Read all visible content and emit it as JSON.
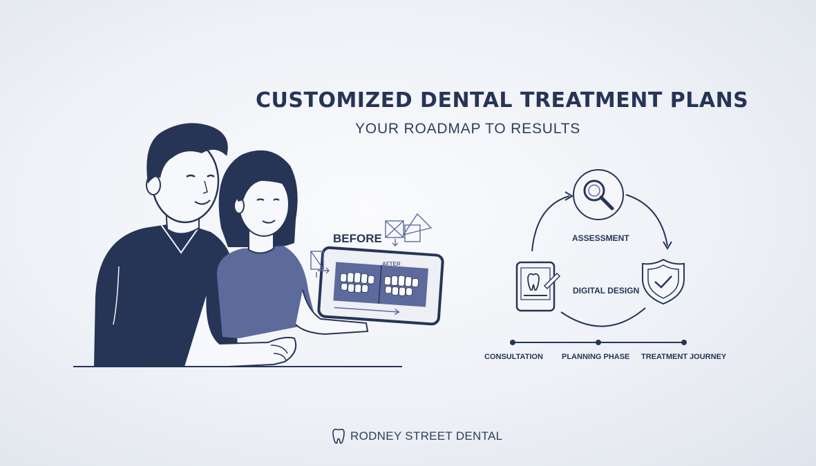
{
  "title": "CUSTOMIZED DENTAL TREATMENT PLANS",
  "subtitle": "YOUR ROADMAP TO RESULTS",
  "tablet": {
    "before_label": "BEFORE",
    "after_label": "AFTER"
  },
  "cycle": {
    "assessment_label": "ASSESSMENT",
    "digital_design_label": "DIGITAL DESIGN",
    "icons": [
      "magnifier-icon",
      "shield-check-icon",
      "tablet-tooth-icon"
    ]
  },
  "timeline": {
    "steps": [
      "CONSULTATION",
      "PLANNING PHASE",
      "TREATMENT JOURNEY"
    ]
  },
  "brand": {
    "name": "RODNEY STREET DENTAL",
    "icon": "tooth-icon"
  },
  "colors": {
    "navy": "#263556",
    "slate": "#5d6a9c",
    "background": "#eef1f6"
  }
}
